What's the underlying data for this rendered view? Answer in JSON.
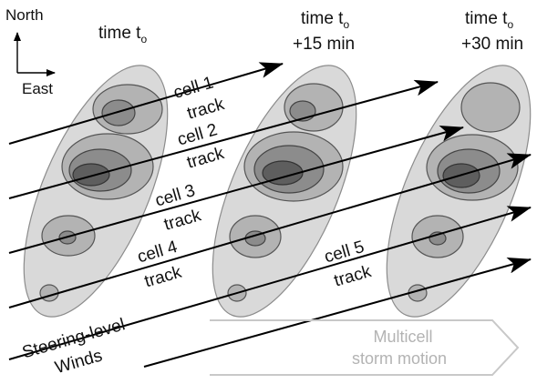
{
  "compass": {
    "north": "North",
    "east": "East"
  },
  "time_labels": [
    {
      "line1": "time t",
      "sub": "o",
      "line2": ""
    },
    {
      "line1": "time t",
      "sub": "o",
      "line2": "+15 min"
    },
    {
      "line1": "time t",
      "sub": "o",
      "line2": "+30 min"
    }
  ],
  "tracks": [
    {
      "name": "cell 1",
      "suffix": "track"
    },
    {
      "name": "cell 2",
      "suffix": "track"
    },
    {
      "name": "cell 3",
      "suffix": "track"
    },
    {
      "name": "cell 4",
      "suffix": "track"
    },
    {
      "name": "cell 5",
      "suffix": "track"
    }
  ],
  "steering": {
    "line1": "Steering-level",
    "line2": "Winds"
  },
  "motion": {
    "line1": "Multicell",
    "line2": "storm motion"
  },
  "colors": {
    "envelope": "#d9d9d9",
    "level1": "#b3b3b3",
    "level2": "#8c8c8c",
    "level3": "#5e5e5e",
    "motion_arrow": "#c8c8c8"
  }
}
